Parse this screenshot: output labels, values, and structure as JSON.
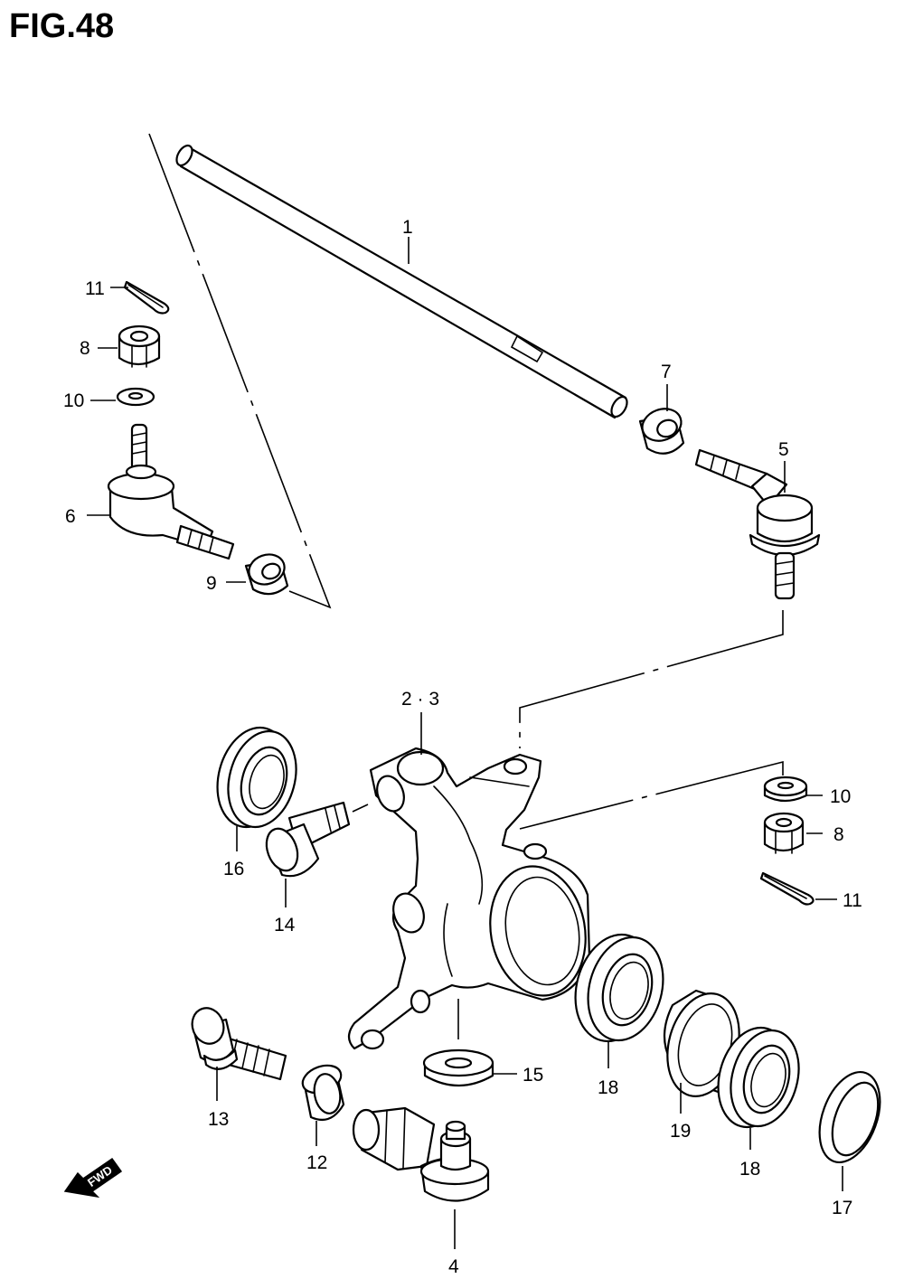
{
  "figure": {
    "title": "FIG.48"
  },
  "labels": {
    "p1": "1",
    "p23": "2 · 3",
    "p4": "4",
    "p5": "5",
    "p6": "6",
    "p7": "7",
    "p8a": "8",
    "p8b": "8",
    "p9": "9",
    "p10a": "10",
    "p10b": "10",
    "p11a": "11",
    "p11b": "11",
    "p12": "12",
    "p13": "13",
    "p14": "14",
    "p15": "15",
    "p16": "16",
    "p17": "17",
    "p18a": "18",
    "p18b": "18",
    "p19": "19"
  },
  "fwd_arrow": {
    "text": "FWD",
    "icon": "forward-arrow-icon"
  }
}
